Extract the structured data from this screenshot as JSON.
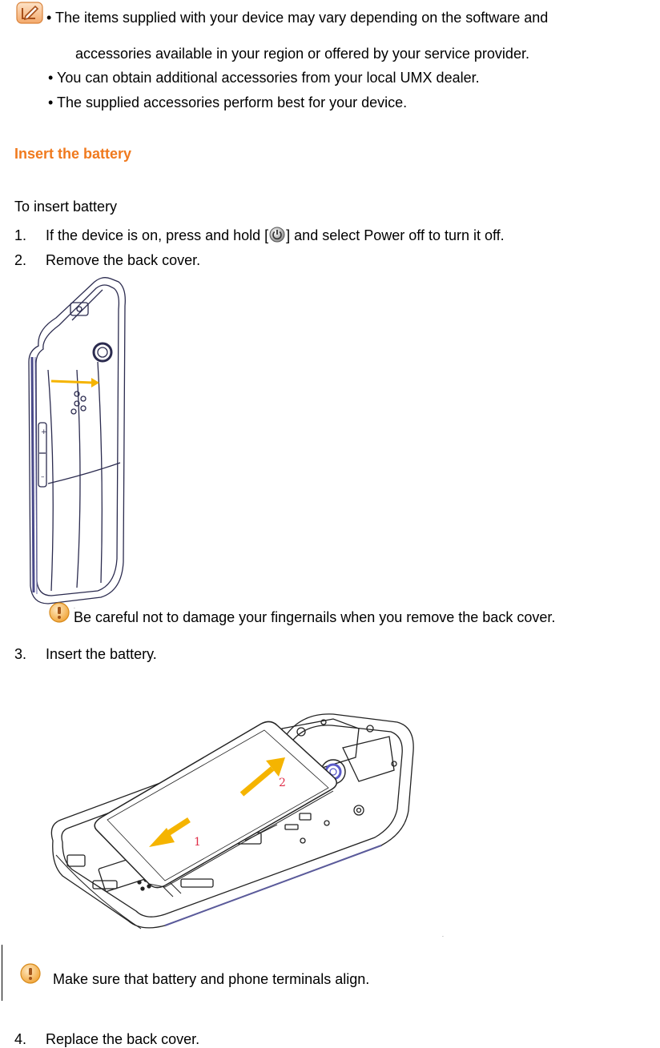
{
  "note": {
    "line1": "• The items supplied with your device may vary depending on the software and",
    "line2": "accessories available in your region or offered by your service provider.",
    "line3": "• You can obtain additional accessories from your local UMX dealer.",
    "line4": "• The supplied accessories perform best for your device."
  },
  "section": {
    "title": "Insert the battery",
    "intro": "To insert battery"
  },
  "steps": [
    {
      "num": "1.",
      "before": "If the device is on, press and hold [",
      "after": "] and select Power off to turn it off."
    },
    {
      "num": "2.",
      "text": "Remove the back cover."
    },
    {
      "num": "3.",
      "text": "Insert the battery."
    },
    {
      "num": "4.",
      "text": "Replace the back cover."
    }
  ],
  "cautions": {
    "fingernails": "Be careful not to damage your fingernails when you remove the back cover.",
    "terminals": "Make sure that battery and phone terminals align."
  },
  "figure2": {
    "label1": "1",
    "label2": "2"
  },
  "colors": {
    "heading": "#f07a1e",
    "arrow": "#f5b400",
    "label": "#e0304a"
  },
  "icons": {
    "note": "note-pencil-icon",
    "power": "power-key-icon",
    "caution": "caution-icon"
  }
}
